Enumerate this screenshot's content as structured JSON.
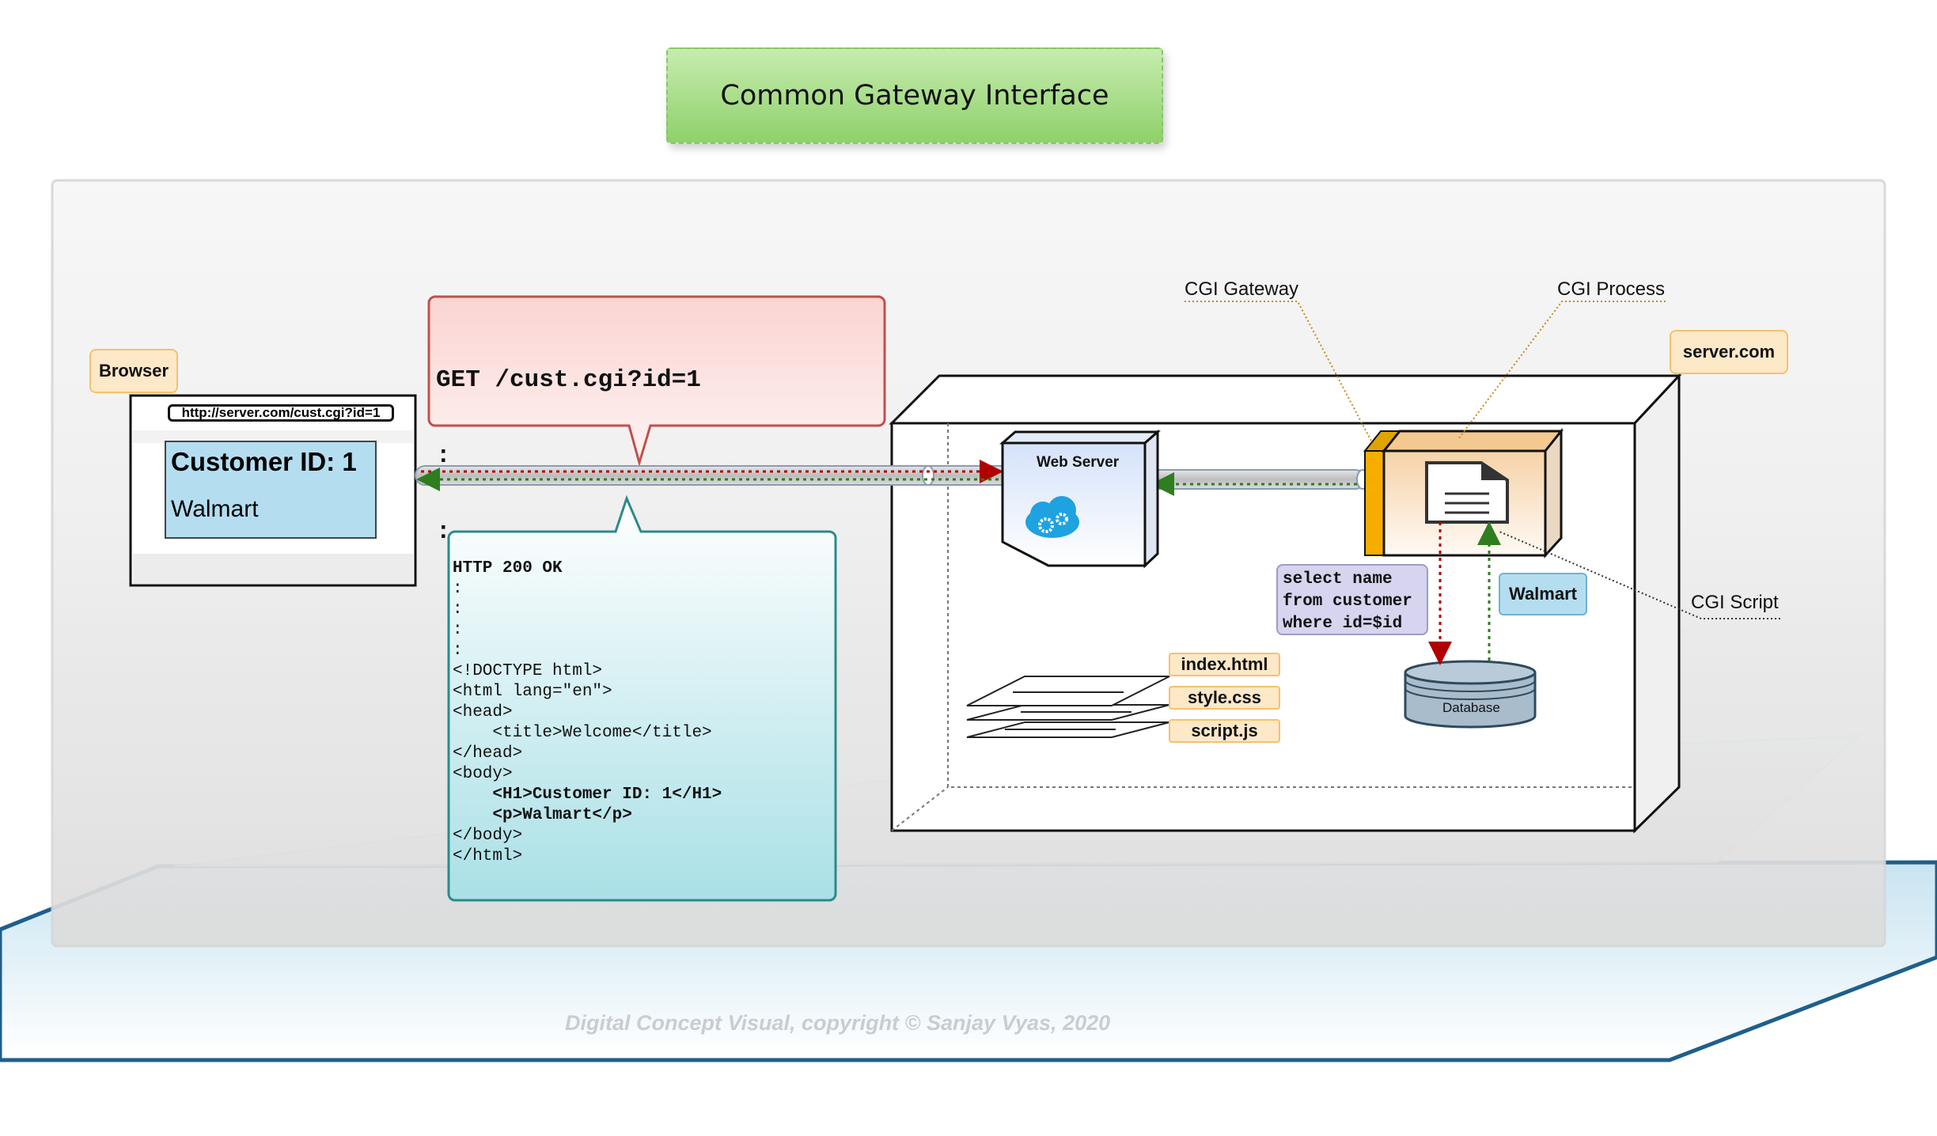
{
  "title": "Common Gateway Interface",
  "browser": {
    "tag": "Browser",
    "url": "http://server.com/cust.cgi?id=1",
    "heading": "Customer ID: 1",
    "text": "Walmart"
  },
  "request": {
    "lines": [
      "GET /cust.cgi?id=1",
      ":",
      ":"
    ]
  },
  "response": {
    "lines": [
      {
        "text": "HTTP 200 OK",
        "bold": true
      },
      {
        "text": ":",
        "bold": false
      },
      {
        "text": ":",
        "bold": false
      },
      {
        "text": ":",
        "bold": false
      },
      {
        "text": ":",
        "bold": false
      },
      {
        "text": "<!DOCTYPE html>",
        "bold": false
      },
      {
        "text": "<html lang=\"en\">",
        "bold": false
      },
      {
        "text": "<head>",
        "bold": false
      },
      {
        "text": "    <title>Welcome</title>",
        "bold": false
      },
      {
        "text": "</head>",
        "bold": false
      },
      {
        "text": "<body>",
        "bold": false
      },
      {
        "text": "    <H1>Customer ID: 1</H1>",
        "bold": true
      },
      {
        "text": "    <p>Walmart</p>",
        "bold": true
      },
      {
        "text": "</body>",
        "bold": false
      },
      {
        "text": "</html>",
        "bold": false
      }
    ]
  },
  "server": {
    "tag": "server.com",
    "web_server": "Web Server",
    "labels": {
      "cgi_gateway": "CGI Gateway",
      "cgi_process": "CGI Process",
      "cgi_script": "CGI Script"
    },
    "files": [
      "index.html",
      "style.css",
      "script.js"
    ],
    "sql": "select name\nfrom customer\nwhere id=$id",
    "result": "Walmart",
    "database": "Database"
  },
  "copyright": "Digital Concept Visual, copyright © Sanjay Vyas, 2020",
  "colors": {
    "request_fill": "#fbe0de",
    "request_border": "#c0504d",
    "response_fill": "#c7ecee",
    "response_border": "#2c8a8a",
    "arrow_red": "#b00000",
    "arrow_green": "#2e7d1e",
    "title_green": "#8fd16a"
  }
}
